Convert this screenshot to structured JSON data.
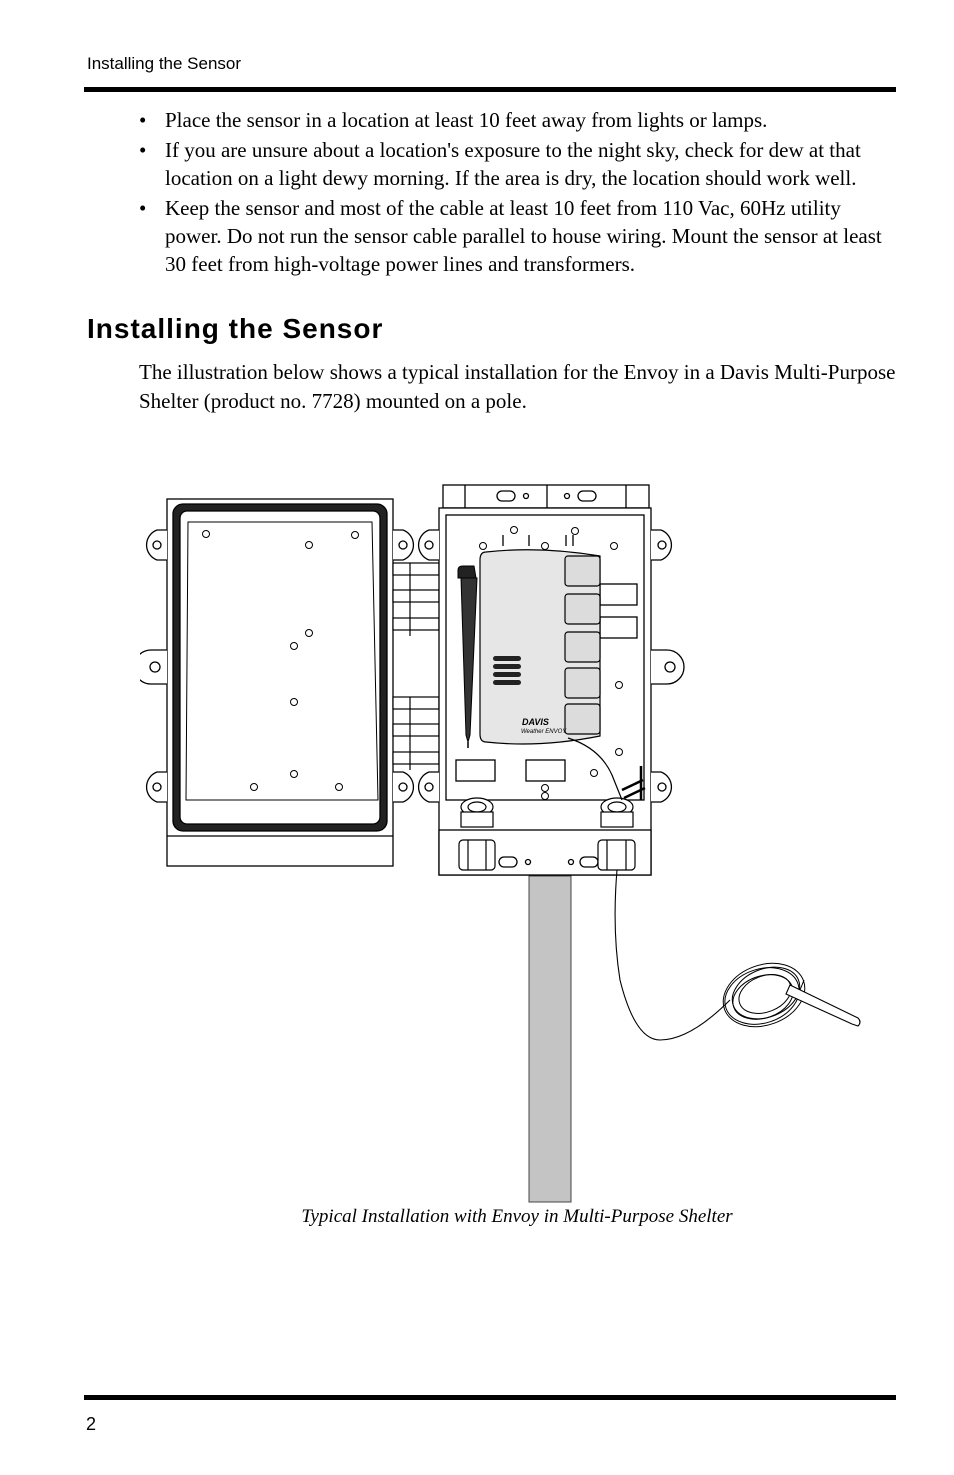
{
  "header": {
    "running_title": "Installing the Sensor"
  },
  "bullets": [
    {
      "marker": "•",
      "text": "Place the sensor in a location at least 10 feet away from lights or lamps."
    },
    {
      "marker": "•",
      "text": "If you are unsure about a location's exposure to the night sky, check for dew at that location on a light dewy morning. If the area is dry, the location should work well."
    },
    {
      "marker": "•",
      "text": "Keep the sensor and most of the cable at least 10 feet from 110 Vac, 60Hz utility power. Do not run the sensor cable parallel to house wiring. Mount the sensor at least 30 feet from high-voltage power lines and transformers."
    }
  ],
  "section": {
    "title": "Installing the Sensor",
    "intro": "The illustration below shows a typical installation for the Envoy in a Davis Multi-Purpose Shelter (product no. 7728) mounted on a pole."
  },
  "figure": {
    "caption": "Typical Installation with Envoy in Multi-Purpose Shelter",
    "device_brand": "DAVIS",
    "device_model": "Weather ENVOY"
  },
  "footer": {
    "page_number": "2"
  }
}
